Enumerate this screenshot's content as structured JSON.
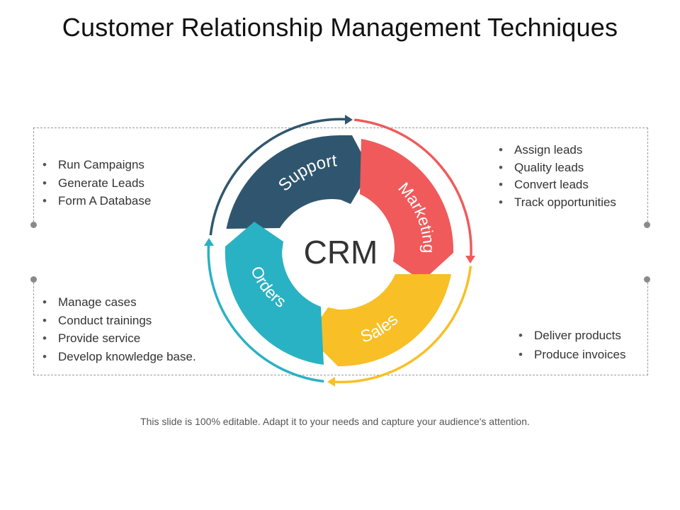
{
  "title": "Customer Relationship Management Techniques",
  "center_label": "CRM",
  "segments": [
    {
      "label": "Support",
      "color": "#2f566e"
    },
    {
      "label": "Marketing",
      "color": "#f05a5b"
    },
    {
      "label": "Sales",
      "color": "#f8c026"
    },
    {
      "label": "Orders",
      "color": "#29b2c3"
    }
  ],
  "lists": {
    "top_left": [
      "Run Campaigns",
      "Generate Leads",
      "Form A Database"
    ],
    "top_right": [
      "Assign leads",
      "Quality leads",
      "Convert leads",
      "Track opportunities"
    ],
    "bottom_left": [
      "Manage cases",
      "Conduct trainings",
      "Provide service",
      "Develop knowledge base."
    ],
    "bottom_right": [
      "Deliver products",
      "Produce invoices"
    ]
  },
  "footer_note": "This slide is 100% editable. Adapt it to your needs and capture your audience's attention."
}
